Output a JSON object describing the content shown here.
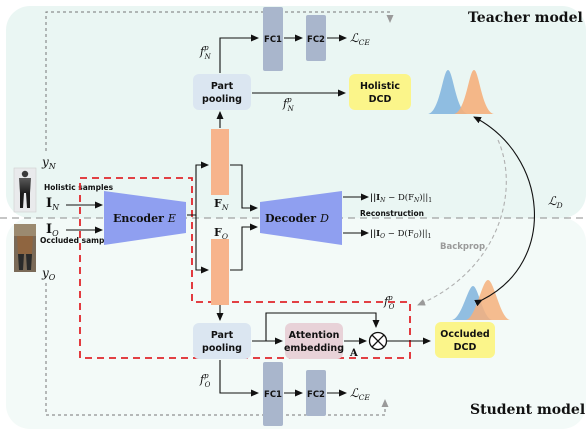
{
  "labels": {
    "teacher_model": "Teacher model",
    "student_model": "Student model",
    "holistic_samples": "Holistic samples",
    "occluded_samples": "Occluded samples",
    "input_holistic": "I",
    "input_holistic_sub": "N",
    "input_occluded": "I",
    "input_occluded_sub": "O",
    "label_holistic": "y",
    "label_holistic_sub": "N",
    "label_occluded": "y",
    "label_occluded_sub": "O",
    "encoder": "Encoder",
    "encoder_symbol": "E",
    "decoder": "Decoder",
    "decoder_symbol": "D",
    "feature_holistic": "F",
    "feature_holistic_sub": "N",
    "feature_occluded": "F",
    "feature_occluded_sub": "O",
    "part_pooling_line1": "Part",
    "part_pooling_line2": "pooling",
    "fc1": "FC1",
    "fc2": "FC2",
    "loss_ce": "ℒ",
    "loss_ce_sub": "CE",
    "loss_d": "ℒ",
    "loss_d_sub": "D",
    "holistic_dcd_line1": "Holistic",
    "holistic_dcd_line2": "DCD",
    "occluded_dcd_line1": "Occluded",
    "occluded_dcd_line2": "DCD",
    "attention_line1": "Attention",
    "attention_line2": "embedding",
    "attention_map": "A",
    "f_part": "f",
    "f_part_sup": "p",
    "f_part_sub_n": "N",
    "f_part_sub_o": "O",
    "reconstruction": "Reconstruction",
    "recon_holistic": "||I",
    "recon_holistic_mid": " − D(F",
    "recon_holistic_end": ")||",
    "recon_norm_sub": "1",
    "backprop": "Backprop",
    "multiply_symbol": "⊗"
  },
  "colors": {
    "teacher_panel": "#eaf6f3",
    "student_panel": "#f3faf8",
    "network_blue": "#8f9ff0",
    "feature_orange": "#f7b48c",
    "fc_gray": "#a9b6cc",
    "pooling_box": "#dbe6f1",
    "dcd_yellow": "#fbf58a",
    "attention_pink": "#e8d2d8",
    "dashed_red": "#e0262b",
    "dist_blue": "#7fb3dd",
    "dist_orange": "#f5b07c",
    "backprop_gray": "#b0b0b0"
  },
  "icons": {
    "holistic_person": "person-photo-icon",
    "occluded_person": "occluded-person-photo-icon",
    "multiply": "multiply-circle-icon"
  }
}
